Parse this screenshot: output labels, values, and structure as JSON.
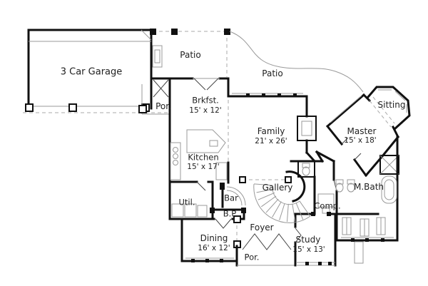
{
  "colors": {
    "wall": "#111111",
    "thin_line": "#999999",
    "dashed_line": "#aaaaaa",
    "label_text": "#1f1f1f",
    "background": "#ffffff"
  },
  "rooms": {
    "garage": {
      "label": "3 Car Garage"
    },
    "patio_upper": {
      "label": "Patio"
    },
    "patio_lower": {
      "label": "Patio"
    },
    "porch_side": {
      "label": "Por."
    },
    "brkfst": {
      "label": "Brkfst.",
      "dims": "15' x 12'"
    },
    "family": {
      "label": "Family",
      "dims": "21' x 26'"
    },
    "sitting": {
      "label": "Sitting"
    },
    "master": {
      "label": "Master",
      "dims": "15' x 18'"
    },
    "kitchen": {
      "label": "Kitchen",
      "dims": "15' x 17'"
    },
    "gallery": {
      "label": "Gallery"
    },
    "mbath": {
      "label": "M.Bath"
    },
    "util": {
      "label": "Util."
    },
    "bar": {
      "label": "Bar"
    },
    "bp": {
      "label": "B.P"
    },
    "comp": {
      "label": "Comp."
    },
    "dining": {
      "label": "Dining",
      "dims": "16' x 12'"
    },
    "foyer": {
      "label": "Foyer"
    },
    "study": {
      "label": "Study",
      "dims": "15' x 13'"
    },
    "porch_front": {
      "label": "Por."
    }
  }
}
